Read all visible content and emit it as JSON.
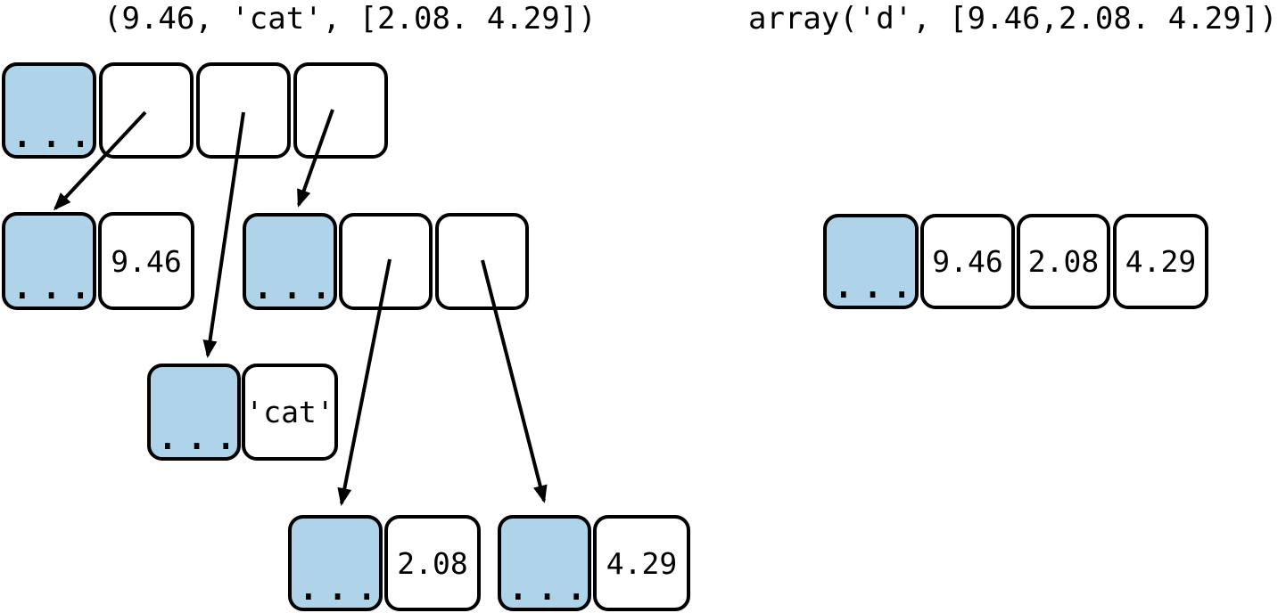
{
  "colors": {
    "header_fill": "#afd3e9",
    "box_stroke": "#000000",
    "arrow": "#000000",
    "text": "#000000",
    "background": "#ffffff"
  },
  "tuple_diagram": {
    "title": "(9.46, 'cat', [2.08. 4.29])",
    "tuple_object": {
      "header": "..."
    },
    "float_object": {
      "header": "...",
      "value": "9.46"
    },
    "str_object": {
      "header": "...",
      "value": "'cat'"
    },
    "list_object": {
      "header": "..."
    },
    "float_2_08_object": {
      "header": "...",
      "value": "2.08"
    },
    "float_4_29_object": {
      "header": "...",
      "value": "4.29"
    }
  },
  "array_diagram": {
    "title": "array('d', [9.46,2.08. 4.29])",
    "array_object": {
      "header": "...",
      "values": [
        "9.46",
        "2.08",
        "4.29"
      ]
    }
  }
}
